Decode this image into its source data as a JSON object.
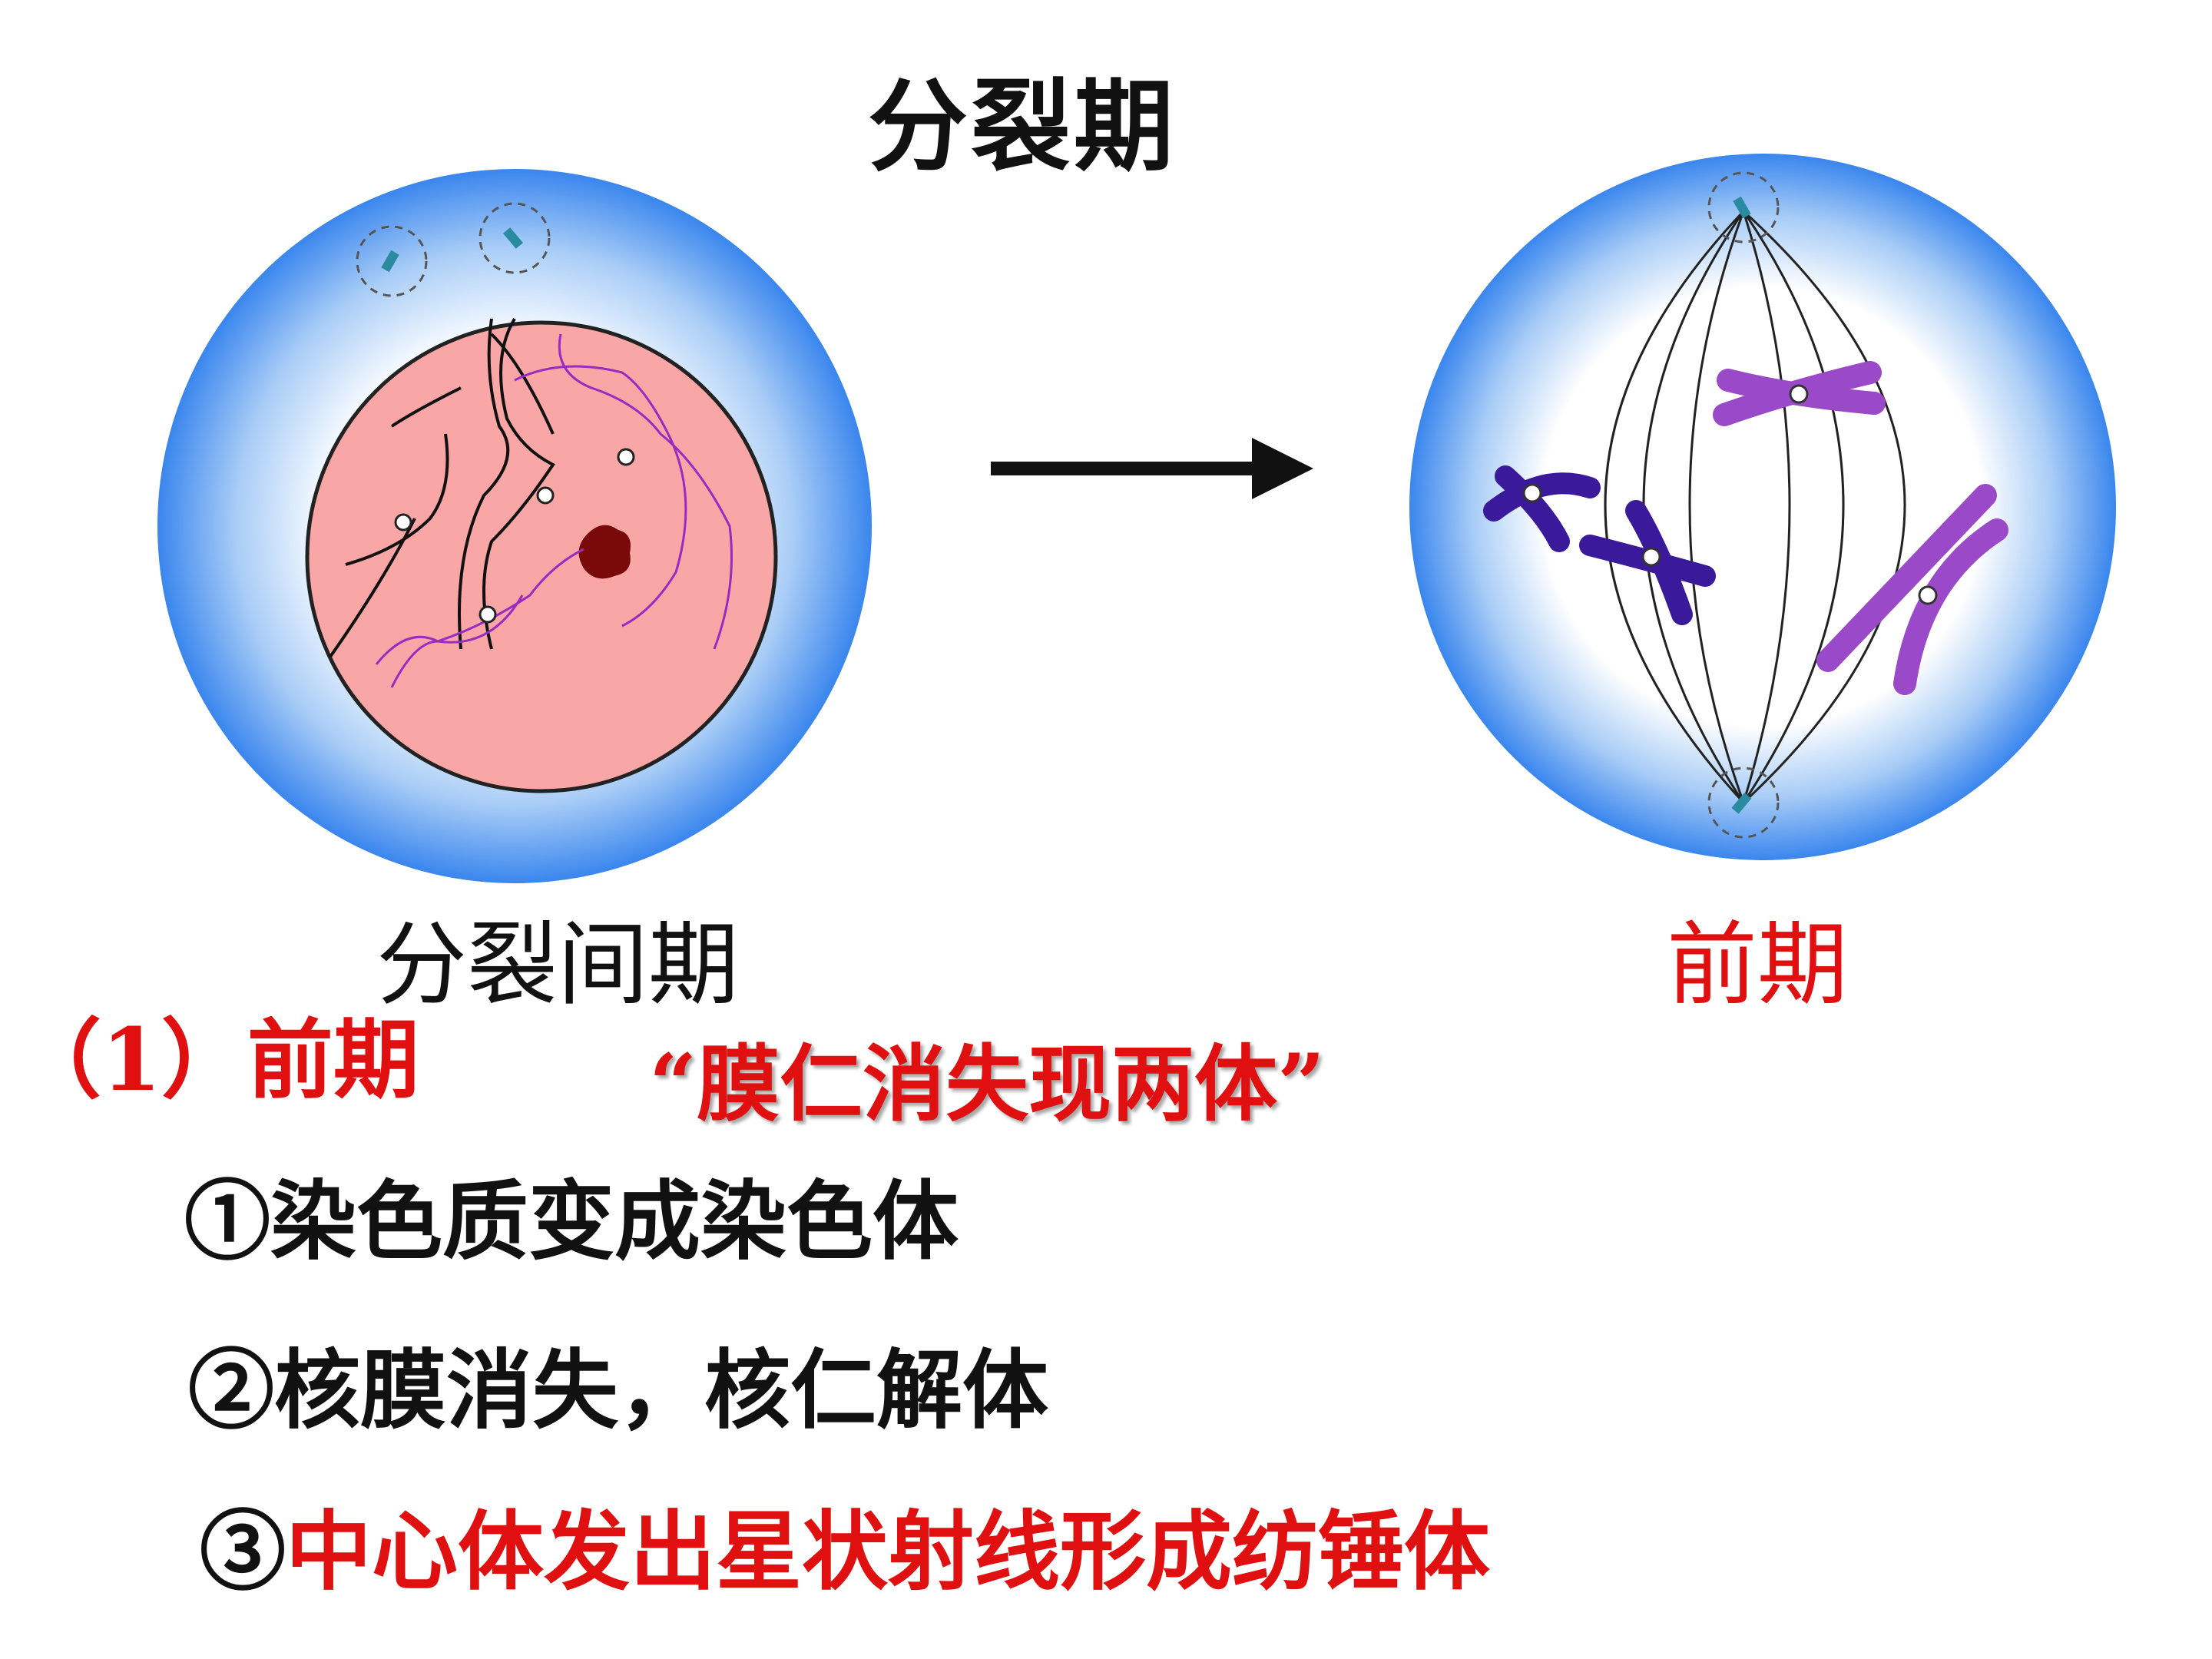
{
  "title": "分裂期",
  "diagram": {
    "interphase_label": "分裂间期",
    "prophase_label": "前期",
    "arrow_icon": "right-arrow-icon"
  },
  "colors": {
    "red": "#e01010",
    "cell_blue": "#3c8cf0",
    "nucleus": "#f5a0a0",
    "chromosome_dark": "#3a1a9a",
    "chromosome_light": "#9a4ac8"
  },
  "notes": {
    "heading": "（1）前期",
    "slogan": "“膜仁消失现两体”",
    "point1": "①染色质变成染色体",
    "point2": "②核膜消失，核仁解体",
    "point3_marker": "③",
    "point3_text": "中心体发出星状射线形成纺锤体"
  }
}
